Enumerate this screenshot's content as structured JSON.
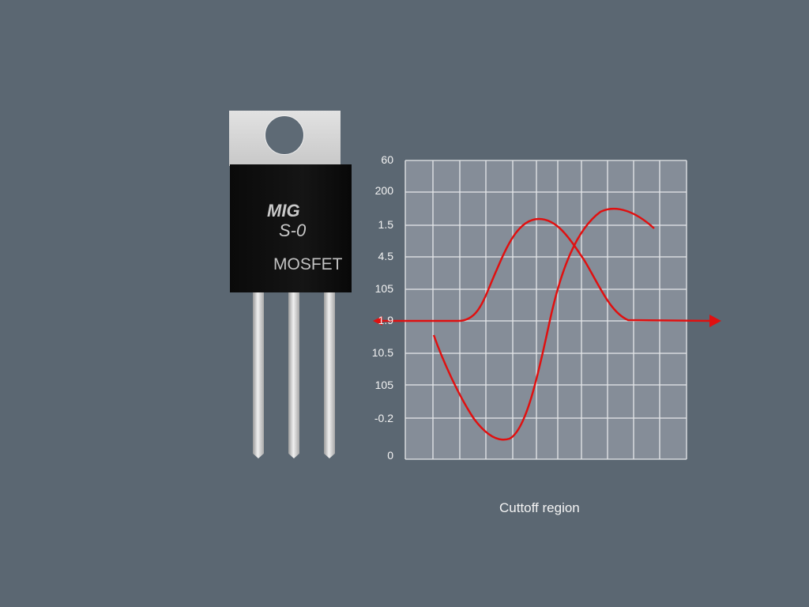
{
  "component": {
    "marking_line1": "MIG",
    "marking_line2": "S-0",
    "marking_line3": "MOSFET",
    "pin_count": 3
  },
  "chart_data": {
    "type": "line",
    "y_tick_labels": [
      "60",
      "200",
      "1.5",
      "4.5",
      "105",
      "1.9",
      "10.5",
      "105",
      "-0.2",
      "0"
    ],
    "grid": true,
    "caption": "Cuttoff region",
    "line_color": "#e01010"
  }
}
